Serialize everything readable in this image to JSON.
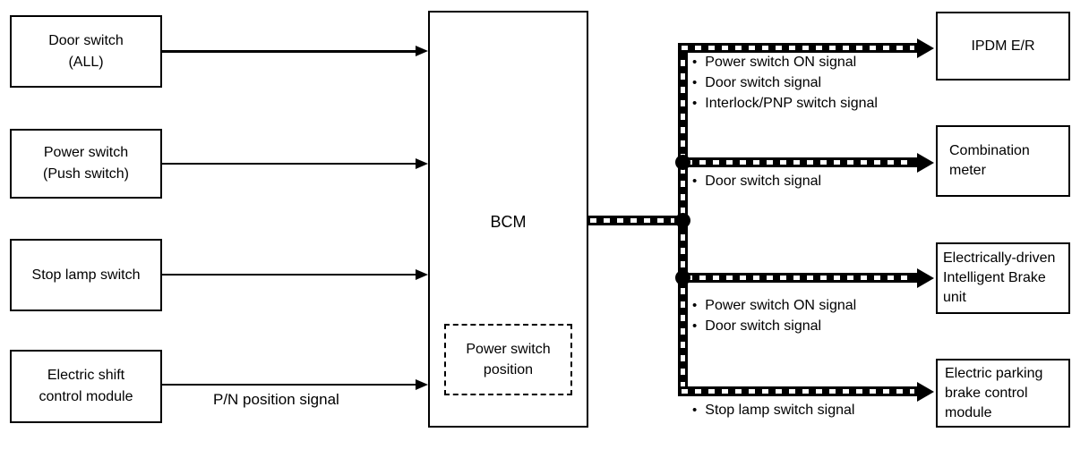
{
  "bullet": "•",
  "colors": {
    "line": "#000000",
    "background": "#ffffff",
    "text": "#000000"
  },
  "left_nodes": [
    {
      "lines": [
        "Door switch",
        "(ALL)"
      ]
    },
    {
      "lines": [
        "Power switch",
        "(Push switch)"
      ]
    },
    {
      "lines": [
        "Stop lamp switch"
      ]
    },
    {
      "lines": [
        "Electric shift",
        "control module"
      ]
    }
  ],
  "bcm": {
    "label": "BCM",
    "inner_box": {
      "lines": [
        "Power switch",
        "position"
      ]
    }
  },
  "edge_labels": {
    "pn_position_signal": "P/N position signal"
  },
  "right_nodes": [
    {
      "lines": [
        "IPDM E/R"
      ]
    },
    {
      "lines": [
        "Combination",
        "meter"
      ]
    },
    {
      "lines": [
        "Electrically-driven",
        "Intelligent Brake",
        "unit"
      ]
    },
    {
      "lines": [
        "Electric parking",
        "brake control",
        "module"
      ]
    }
  ],
  "bus_signal_lists": [
    {
      "items": [
        "Power switch ON signal",
        "Door switch signal",
        "Interlock/PNP switch signal"
      ]
    },
    {
      "items": [
        "Door switch signal"
      ]
    },
    {
      "items": [
        "Power switch ON signal",
        "Door switch signal"
      ]
    },
    {
      "items": [
        "Stop lamp switch signal"
      ]
    }
  ]
}
